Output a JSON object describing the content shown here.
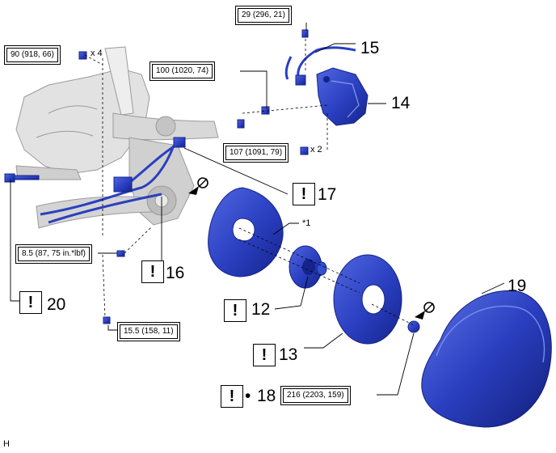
{
  "torque_labels": {
    "t29": "29 (296, 21)",
    "t90": "90 (918, 66)",
    "t100": "100 (1020, 74)",
    "t107": "107 (1091, 79)",
    "t85": "8.5 (87, 75 in.*lbf)",
    "t155": "15.5 (158, 11)",
    "t216": "216 (2203, 159)"
  },
  "quantities": {
    "x4": "x 4",
    "x2": "x 2"
  },
  "callouts": {
    "n12": "12",
    "n13": "13",
    "n14": "14",
    "n15": "15",
    "n16": "16",
    "n17": "17",
    "n18": "18",
    "n19": "19",
    "n20": "20",
    "note1": "*1"
  },
  "symbols": {
    "exclaim": "!",
    "dot": "•"
  },
  "corner_mark": "H",
  "colors": {
    "part_blue": "#2a3fc0",
    "part_dark": "#15238a",
    "chassis_gray": "#d6d6d6",
    "line": "#000000"
  }
}
